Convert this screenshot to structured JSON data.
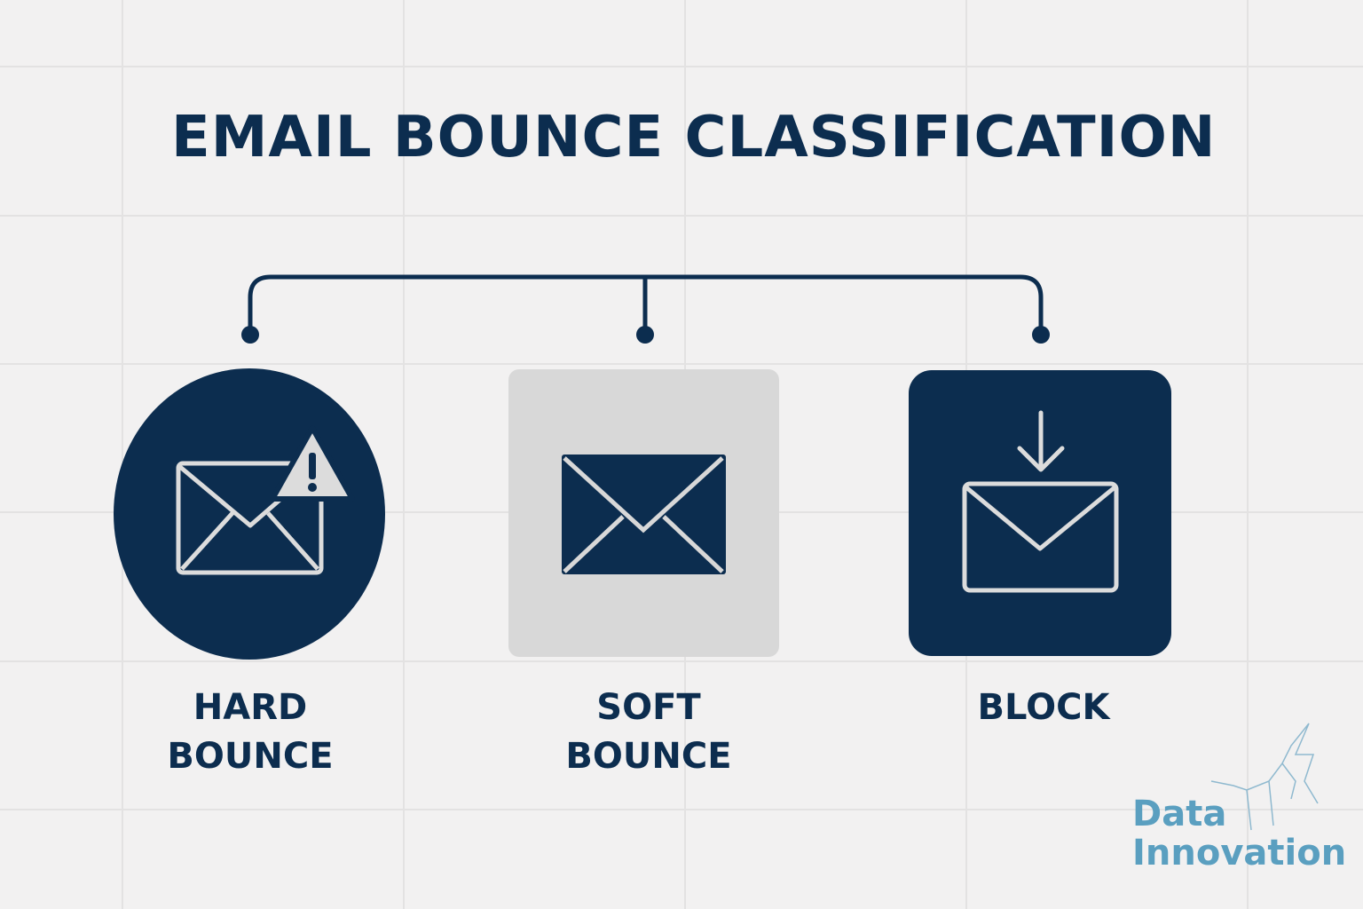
{
  "title": "EMAIL BOUNCE CLASSIFICATION",
  "categories": [
    {
      "label_line1": "HARD",
      "label_line2": "BOUNCE",
      "icon": "envelope-warning-icon"
    },
    {
      "label_line1": "SOFT",
      "label_line2": "BOUNCE",
      "icon": "envelope-icon"
    },
    {
      "label_line1": "BLOCK",
      "label_line2": "",
      "icon": "envelope-download-icon"
    }
  ],
  "logo": {
    "line1": "Data",
    "line2": "Innovation"
  },
  "colors": {
    "navy": "#0c2d4f",
    "soft_box": "#d8d8d8",
    "background": "#f2f1f1",
    "logo": "#5a9fc0"
  }
}
